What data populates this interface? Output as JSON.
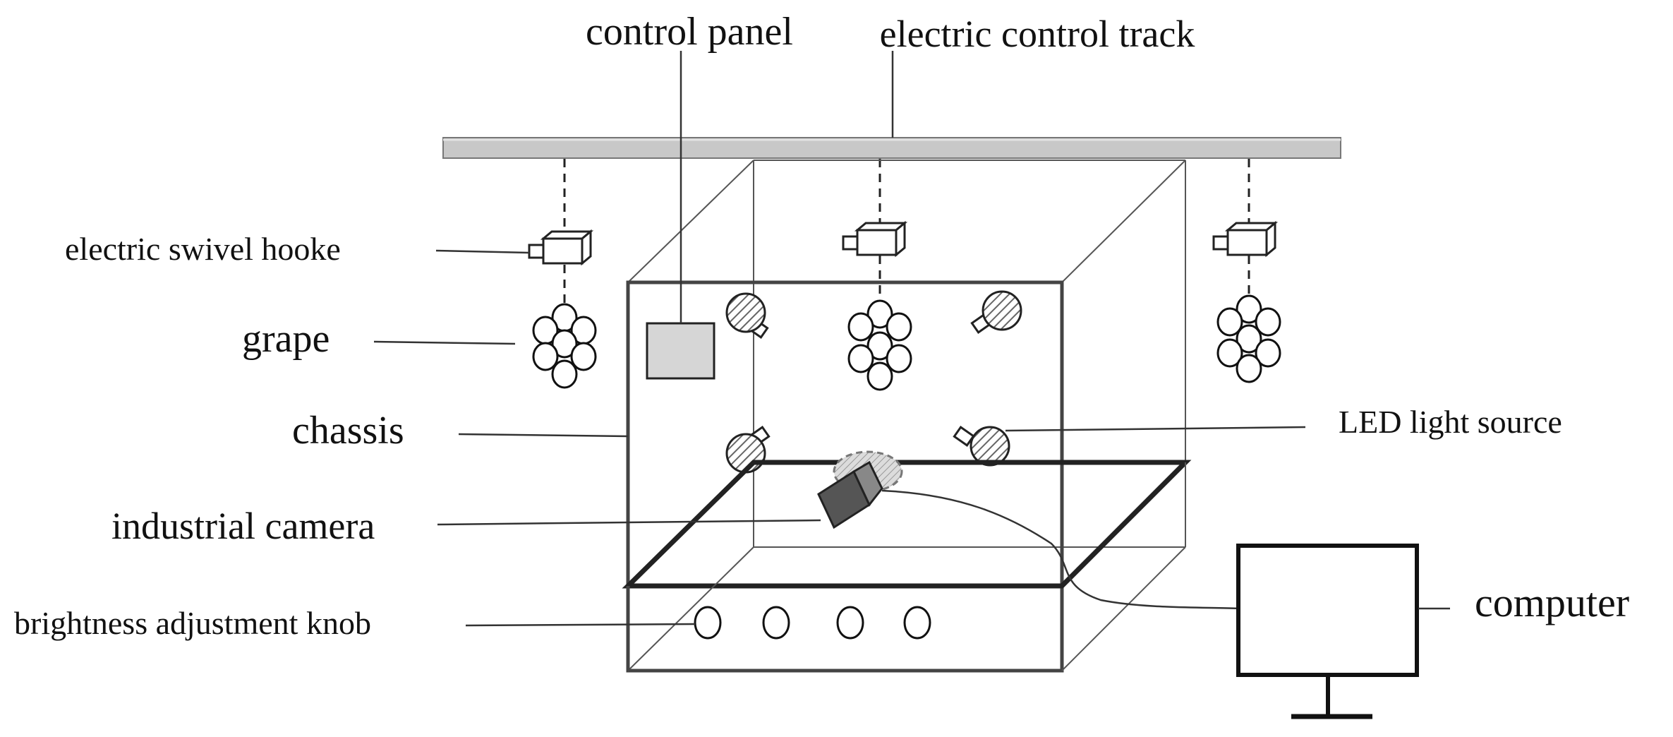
{
  "labels": {
    "control_panel": "control panel",
    "electric_control_track": "electric control track",
    "electric_swivel_hooke": "electric swivel hooke",
    "grape": "grape",
    "chassis": "chassis",
    "led_light_source": "LED light source",
    "industrial_camera": "industrial camera",
    "brightness_adjustment_knob": "brightness adjustment knob",
    "computer": "computer"
  },
  "colors": {
    "track": "#c8c8c8",
    "control_panel_fill": "#d6d6d6",
    "camera_fill": "#555555",
    "led_hatch": "#666666",
    "line": "#333333"
  }
}
